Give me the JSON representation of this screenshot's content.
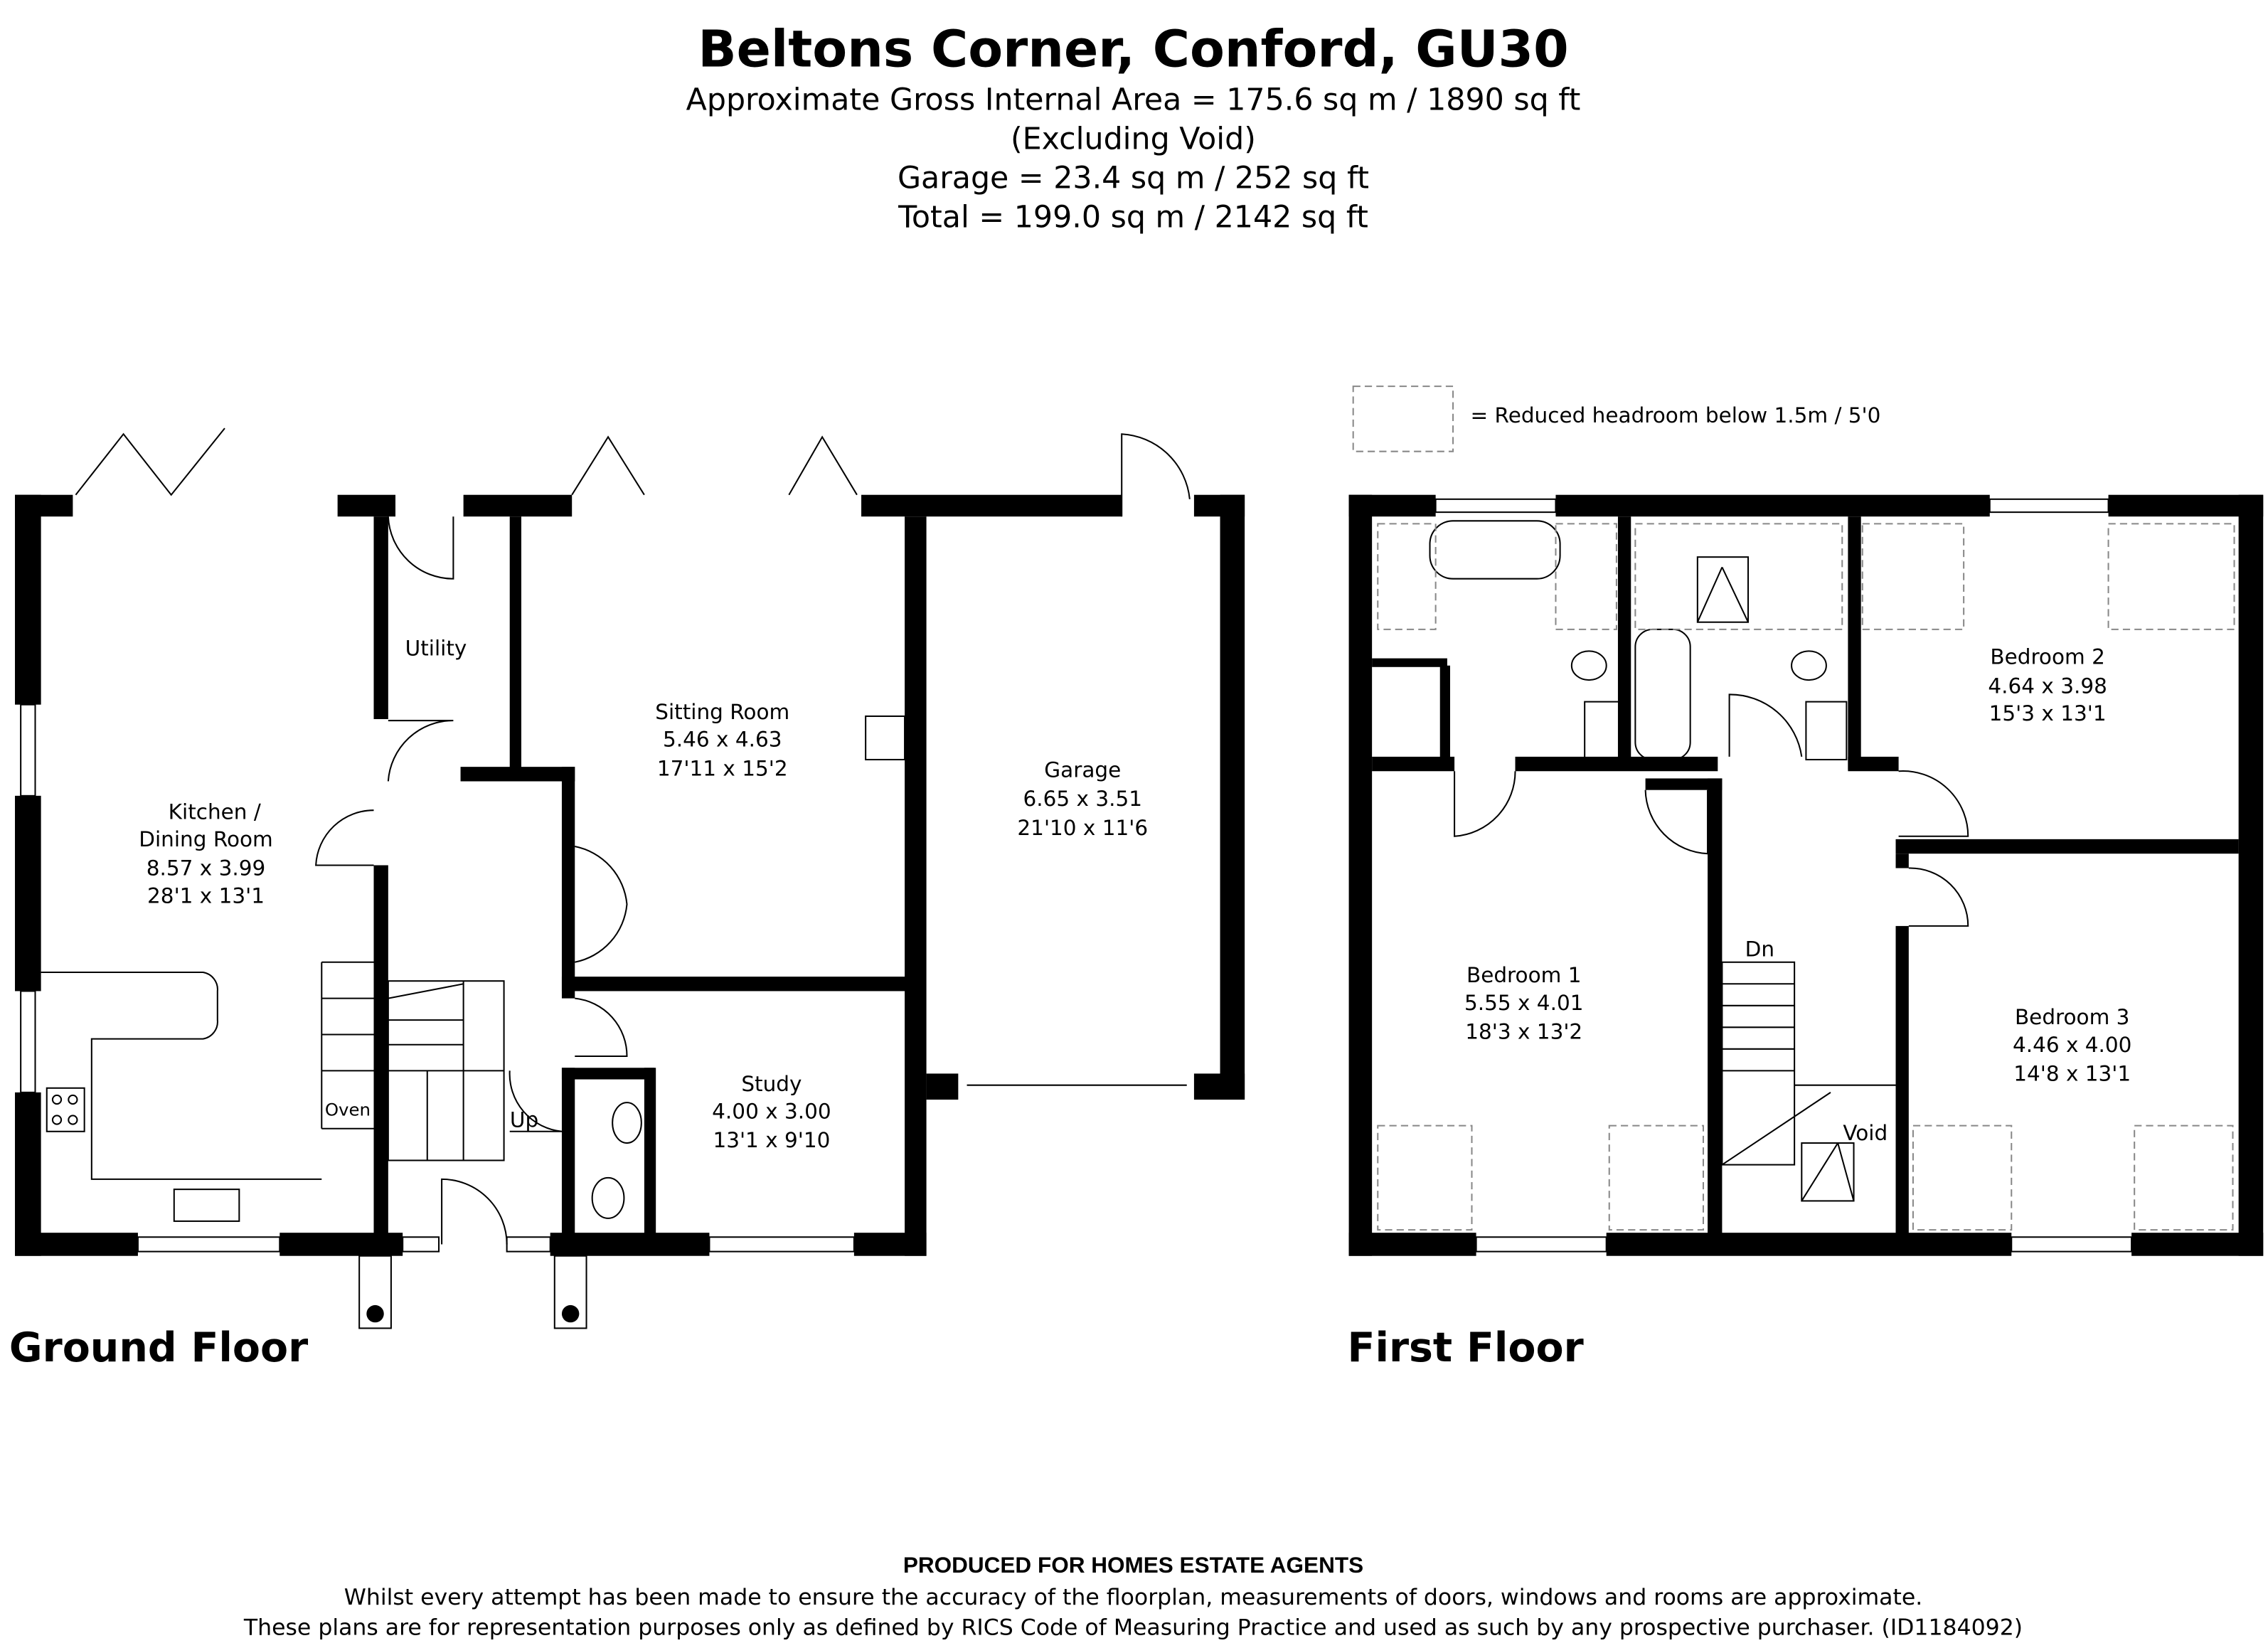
{
  "header": {
    "title": "Beltons Corner, Conford, GU30",
    "lines": [
      "Approximate Gross Internal Area = 175.6 sq m / 1890 sq ft",
      "(Excluding Void)",
      "Garage = 23.4 sq m / 252 sq ft",
      "Total = 199.0 sq m / 2142 sq ft"
    ]
  },
  "legend": {
    "text": "= Reduced headroom below 1.5m / 5'0"
  },
  "ground_floor": {
    "label": "Ground Floor",
    "rooms": {
      "kitchen": [
        "Kitchen /",
        "Dining Room",
        "8.57 x 3.99",
        "28'1 x 13'1"
      ],
      "sitting": [
        "Sitting Room",
        "5.46 x 4.63",
        "17'11 x 15'2"
      ],
      "garage": [
        "Garage",
        "6.65 x 3.51",
        "21'10 x 11'6"
      ],
      "study": [
        "Study",
        "4.00 x 3.00",
        "13'1 x 9'10"
      ]
    },
    "labels": {
      "utility": "Utility",
      "oven": "Oven",
      "up": "Up"
    }
  },
  "first_floor": {
    "label": "First Floor",
    "rooms": {
      "bedroom1": [
        "Bedroom 1",
        "5.55 x 4.01",
        "18'3 x 13'2"
      ],
      "bedroom2": [
        "Bedroom 2",
        "4.64 x 3.98",
        "15'3 x 13'1"
      ],
      "bedroom3": [
        "Bedroom 3",
        "4.46 x 4.00",
        "14'8 x 13'1"
      ]
    },
    "labels": {
      "dn": "Dn",
      "void": "Void"
    }
  },
  "footer": {
    "produced": "PRODUCED FOR HOMES ESTATE AGENTS",
    "line1": "Whilst every attempt has been made to ensure the accuracy of the floorplan, measurements of doors, windows and rooms are approximate.",
    "line2": "These plans are for representation purposes only as defined by RICS Code of Measuring Practice and used as such by any prospective purchaser. (ID1184092)"
  }
}
